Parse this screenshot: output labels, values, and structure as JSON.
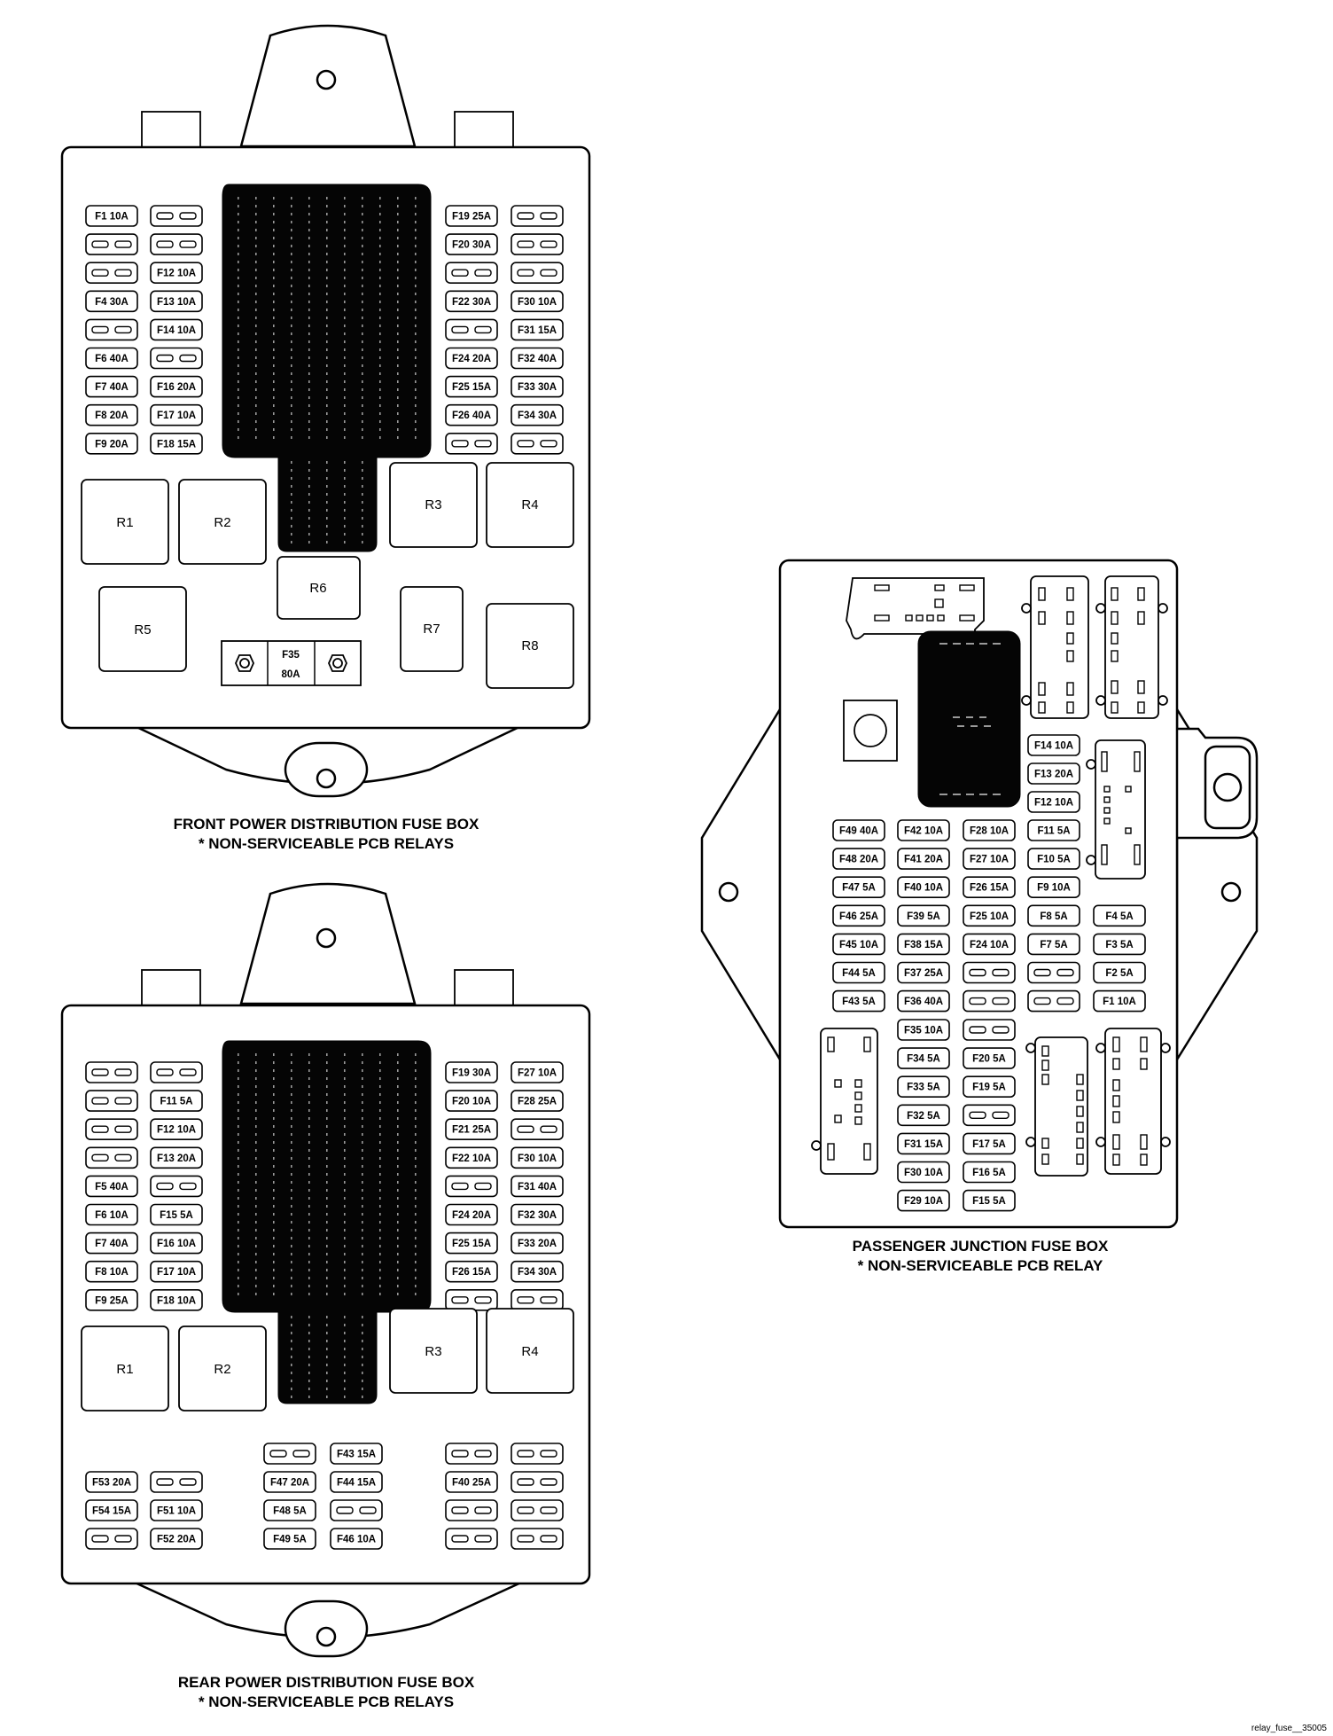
{
  "front": {
    "caption1": "FRONT POWER DISTRIBUTION FUSE BOX",
    "caption2": "* NON-SERVICEABLE PCB RELAYS",
    "fuses": [
      [
        "F1 10A",
        "",
        "F19 25A",
        ""
      ],
      [
        "",
        "",
        "F20 30A",
        ""
      ],
      [
        "",
        "F12 10A",
        "",
        ""
      ],
      [
        "F4 30A",
        "F13 10A",
        "F22 30A",
        "F30 10A"
      ],
      [
        "",
        "F14 10A",
        "",
        "F31 15A"
      ],
      [
        "F6 40A",
        "",
        "F24 20A",
        "F32 40A"
      ],
      [
        "F7 40A",
        "F16 20A",
        "F25 15A",
        "F33 30A"
      ],
      [
        "F8 20A",
        "F17 10A",
        "F26 40A",
        "F34 30A"
      ],
      [
        "F9 20A",
        "F18 15A",
        "",
        ""
      ]
    ],
    "relays": {
      "r1": "R1",
      "r2": "R2",
      "r3": "R3",
      "r4": "R4",
      "r5": "R5",
      "r6": "R6",
      "r7": "R7",
      "r8": "R8"
    },
    "f35_name": "F35",
    "f35_rating": "80A"
  },
  "rear": {
    "caption1": "REAR POWER DISTRIBUTION FUSE BOX",
    "caption2": "* NON-SERVICEABLE PCB RELAYS",
    "fuses": [
      [
        "",
        "",
        "F19 30A",
        "F27 10A"
      ],
      [
        "",
        "F11 5A",
        "F20 10A",
        "F28 25A"
      ],
      [
        "",
        "F12 10A",
        "F21 25A",
        ""
      ],
      [
        "",
        "F13 20A",
        "F22 10A",
        "F30 10A"
      ],
      [
        "F5 40A",
        "",
        "",
        "F31 40A"
      ],
      [
        "F6 10A",
        "F15 5A",
        "F24 20A",
        "F32 30A"
      ],
      [
        "F7 40A",
        "F16 10A",
        "F25 15A",
        "F33 20A"
      ],
      [
        "F8 10A",
        "F17 10A",
        "F26 15A",
        "F34 30A"
      ],
      [
        "F9 25A",
        "F18 10A",
        "",
        ""
      ]
    ],
    "relays": {
      "r1": "R1",
      "r2": "R2",
      "r3": "R3",
      "r4": "R4"
    },
    "lower_left": [
      [
        "F53 20A",
        ""
      ],
      [
        "F54 15A",
        "F51 10A"
      ],
      [
        "",
        "F52 20A"
      ]
    ],
    "lower_mid": [
      [
        "",
        "F43 15A"
      ],
      [
        "F47 20A",
        "F44 15A"
      ],
      [
        "F48 5A",
        ""
      ],
      [
        "F49 5A",
        "F46 10A"
      ]
    ],
    "lower_right": [
      [
        "",
        ""
      ],
      [
        "F40 25A",
        ""
      ],
      [
        "",
        ""
      ],
      [
        "",
        ""
      ]
    ]
  },
  "passenger": {
    "caption1": "PASSENGER JUNCTION FUSE BOX",
    "caption2": "* NON-SERVICEABLE PCB RELAY",
    "top_fuses": [
      "F14 10A",
      "F13 20A",
      "F12 10A"
    ],
    "main_fuses": [
      [
        "F49 40A",
        "F42 10A",
        "F28 10A",
        "F11 5A",
        null
      ],
      [
        "F48 20A",
        "F41 20A",
        "F27 10A",
        "F10 5A",
        null
      ],
      [
        "F47 5A",
        "F40 10A",
        "F26 15A",
        "F9 10A",
        null
      ],
      [
        "F46 25A",
        "F39 5A",
        "F25 10A",
        "F8 5A",
        "F4 5A"
      ],
      [
        "F45 10A",
        "F38 15A",
        "F24 10A",
        "F7 5A",
        "F3 5A"
      ],
      [
        "F44 5A",
        "F37 25A",
        "",
        "",
        "F2 5A"
      ],
      [
        "F43 5A",
        "F36 40A",
        "",
        "",
        "F1 10A"
      ]
    ],
    "lower_fuses": [
      [
        "F35 10A",
        ""
      ],
      [
        "F34 5A",
        "F20 5A"
      ],
      [
        "F33 5A",
        "F19 5A"
      ],
      [
        "F32 5A",
        ""
      ],
      [
        "F31 15A",
        "F17 5A"
      ],
      [
        "F30 10A",
        "F16 5A"
      ],
      [
        "F29 10A",
        "F15 5A"
      ]
    ]
  },
  "reference": "relay_fuse__35005"
}
